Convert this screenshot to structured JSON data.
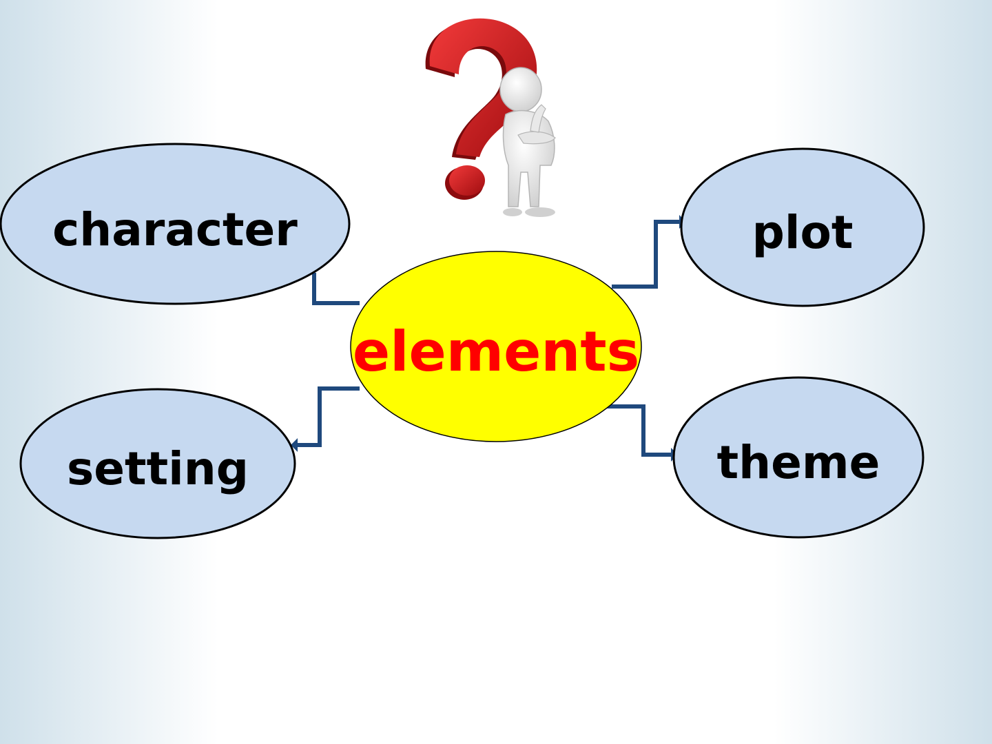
{
  "diagram": {
    "center": {
      "label": "elements"
    },
    "nodes": [
      {
        "key": "character",
        "label": "character"
      },
      {
        "key": "plot",
        "label": "plot"
      },
      {
        "key": "setting",
        "label": "setting"
      },
      {
        "key": "theme",
        "label": "theme"
      }
    ],
    "icon": "question-mark-thinking-figure-icon"
  },
  "colors": {
    "center_fill": "#ffff00",
    "center_text": "#ff0000",
    "node_fill": "#c6d9f0",
    "node_text": "#000000",
    "connector": "#1f497d",
    "question_mark": "#d9141c"
  }
}
